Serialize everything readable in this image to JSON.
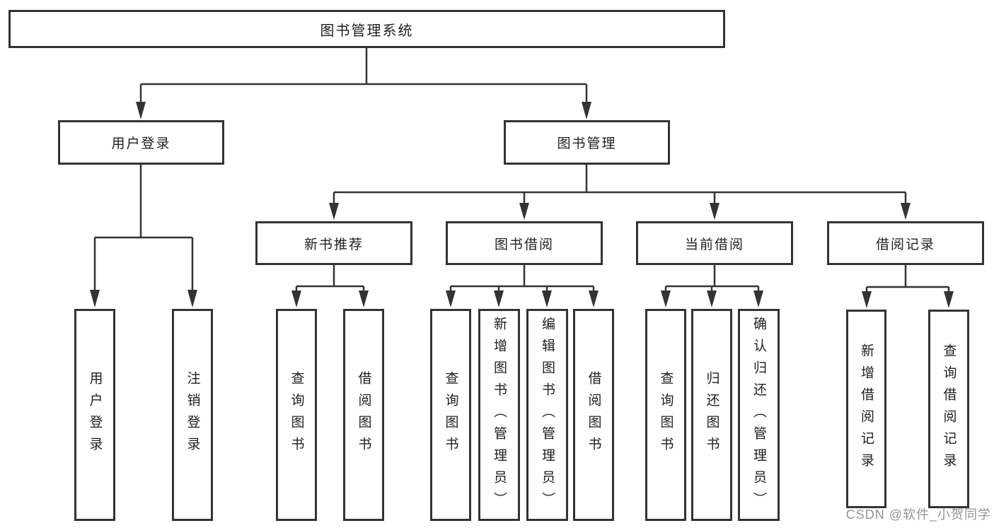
{
  "tree": {
    "label": "图书管理系统",
    "children": [
      {
        "label": "用户登录",
        "children": [
          {
            "label": "用户登录"
          },
          {
            "label": "注销登录"
          }
        ]
      },
      {
        "label": "图书管理",
        "children": [
          {
            "label": "新书推荐",
            "children": [
              {
                "label": "查询图书"
              },
              {
                "label": "借阅图书"
              }
            ]
          },
          {
            "label": "图书借阅",
            "children": [
              {
                "label": "查询图书"
              },
              {
                "label": "新增图书（管理员）"
              },
              {
                "label": "编辑图书（管理员）"
              },
              {
                "label": "借阅图书"
              }
            ]
          },
          {
            "label": "当前借阅",
            "children": [
              {
                "label": "查询图书"
              },
              {
                "label": "归还图书"
              },
              {
                "label": "确认归还（管理员）"
              }
            ]
          },
          {
            "label": "借阅记录",
            "children": [
              {
                "label": "新增借阅记录"
              },
              {
                "label": "查询借阅记录"
              }
            ]
          }
        ]
      }
    ]
  },
  "watermark": {
    "text": "CSDN @软件_小贺同学"
  },
  "colors": {
    "line": "#333333",
    "text": "#1f1f1f",
    "watermark": "#949494",
    "background": "#ffffff"
  }
}
